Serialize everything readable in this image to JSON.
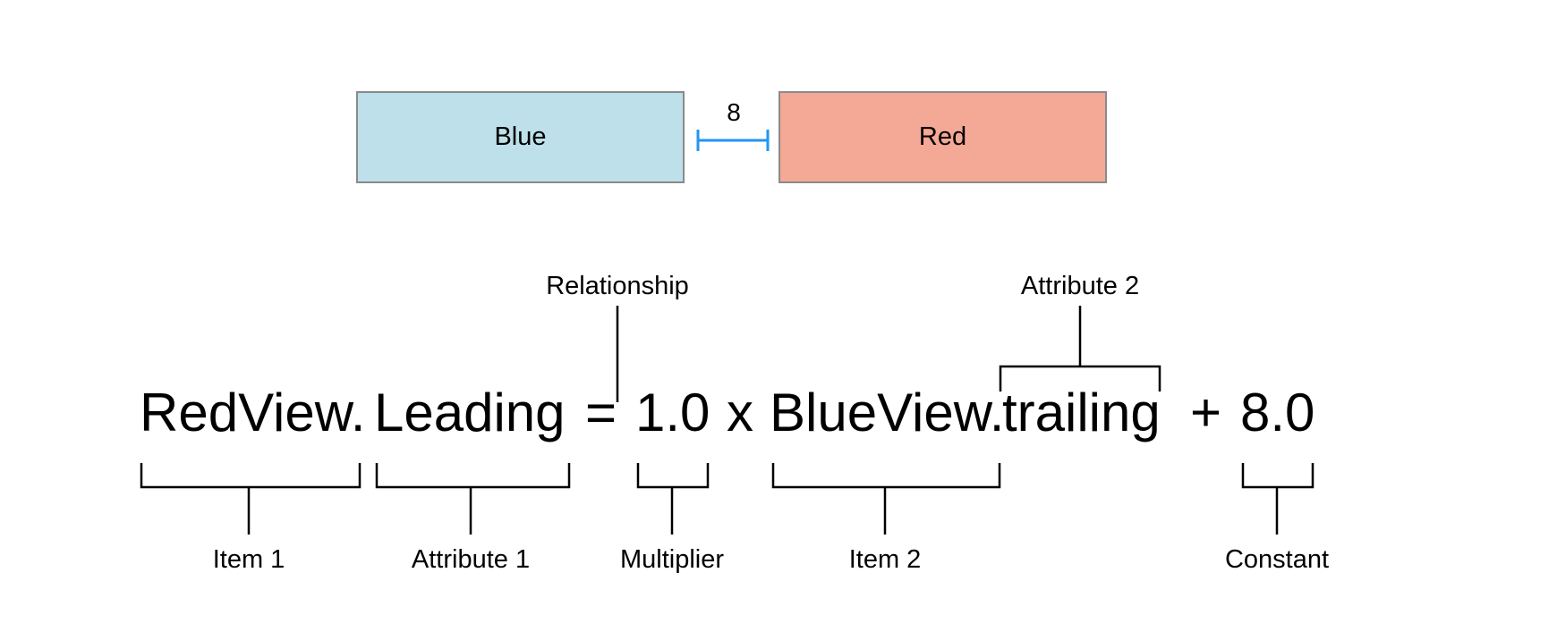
{
  "views": {
    "blue": {
      "label": "Blue",
      "fill": "#bde0ea"
    },
    "red": {
      "label": "Red",
      "fill": "#f4a896"
    },
    "spacing": {
      "value": "8",
      "color": "#2196f3"
    }
  },
  "equation": {
    "item1": "RedView.",
    "attribute1": "Leading",
    "relation": "=",
    "multiplier": "1.0",
    "times": "x",
    "item2": "BlueView.",
    "attribute2": "trailing",
    "plus": "+",
    "constant": "8.0"
  },
  "annotations": {
    "relationship": "Relationship",
    "attribute2": "Attribute 2",
    "item1": "Item 1",
    "attribute1": "Attribute 1",
    "multiplier": "Multiplier",
    "item2": "Item 2",
    "constant": "Constant"
  }
}
